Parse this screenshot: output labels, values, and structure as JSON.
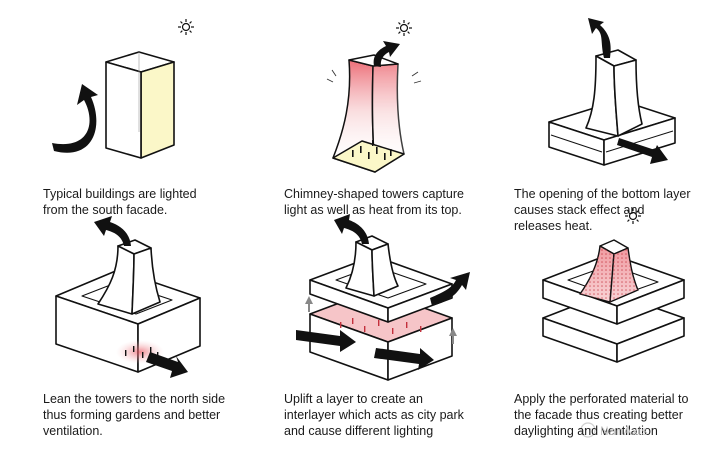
{
  "captions": [
    "Typical buildings are lighted\nfrom the south facade.",
    "Chimney-shaped towers capture\nlight as well as heat from its top.",
    "The opening of the bottom layer\ncauses stack effect and\nreleases heat.",
    "Lean the towers to the north side\nthus forming gardens and better\nventilation.",
    "Uplift a layer to create an\ninterlayer which acts as city park\nand cause different lighting",
    "Apply the perforated material to\nthe facade thus creating better\ndaylighting and ventilation"
  ],
  "watermark": "NanAxis",
  "colors": {
    "line": "#111111",
    "light_yellow": "#fbf7c8",
    "heat_red": "#e9545f",
    "heat_pink": "#f6c5c8",
    "arrow": "#111111"
  }
}
